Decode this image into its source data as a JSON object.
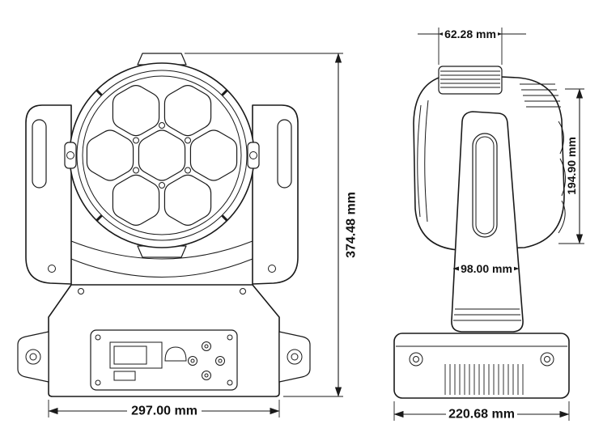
{
  "drawing": {
    "type": "moving-head-light-technical-drawing",
    "views": {
      "front": "front-view",
      "side": "side-view"
    }
  },
  "dimensions": {
    "front_width": "297.00 mm",
    "front_height": "374.48 mm",
    "side_top_width": "62.28 mm",
    "side_head_height": "194.90 mm",
    "side_inner_width": "98.00 mm",
    "side_base_width": "220.68 mm"
  }
}
